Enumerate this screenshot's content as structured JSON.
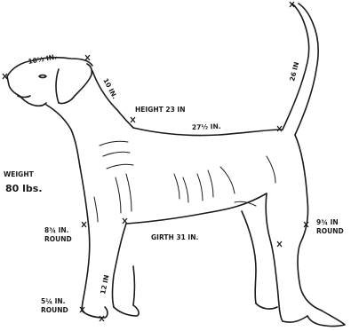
{
  "figure": {
    "measurements": {
      "head_length": "10½ IN.",
      "neck_length": "10 IN.",
      "height": "HEIGHT 23 IN",
      "back_length": "27½ IN.",
      "tail_length": "26 IN",
      "weight_label": "WEIGHT",
      "weight_value": "80 lbs.",
      "forearm_value": "8¾ IN.",
      "forearm_round": "ROUND",
      "girth": "GIRTH 31 IN.",
      "hock_value": "9¾ IN",
      "hock_round": "ROUND",
      "pastern_value": "5¼ IN.",
      "pastern_round": "ROUND",
      "leg_length": "12 IN"
    },
    "colors": {
      "ink": "#1a1a1a",
      "background": "#ffffff"
    }
  }
}
